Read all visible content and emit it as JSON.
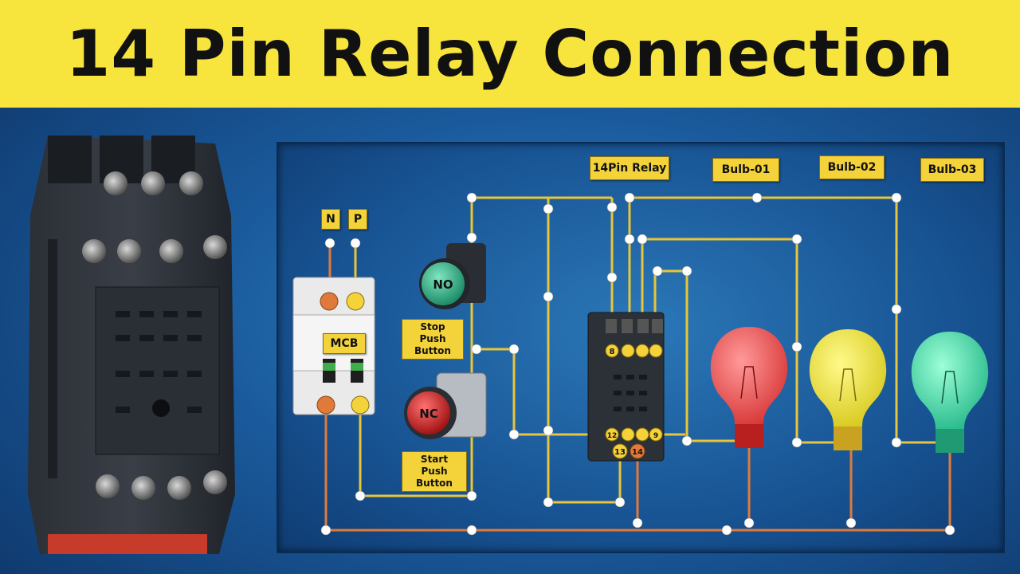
{
  "title": "14 Pin Relay Connection",
  "labels": {
    "n": "N",
    "p": "P",
    "mcb": "MCB",
    "no": "NO",
    "nc": "NC",
    "stop_push_button": "Stop Push Button",
    "start_push_button": "Start Push Button",
    "relay": "14Pin Relay",
    "bulb1": "Bulb-01",
    "bulb2": "Bulb-02",
    "bulb3": "Bulb-03"
  },
  "pins": {
    "top": [
      "8",
      "",
      "",
      ""
    ],
    "bottom": [
      "12",
      "",
      "",
      "9"
    ],
    "coil": [
      "13",
      "14"
    ]
  },
  "colors": {
    "banner": "#f7e43c",
    "wire_yellow": "#e8c53a",
    "wire_orange": "#e07a3a",
    "bulb1": "#e84848",
    "bulb2": "#e8e030",
    "bulb3": "#3ad8a0",
    "no_button": "#2fb58a",
    "nc_button": "#d42a2a"
  }
}
